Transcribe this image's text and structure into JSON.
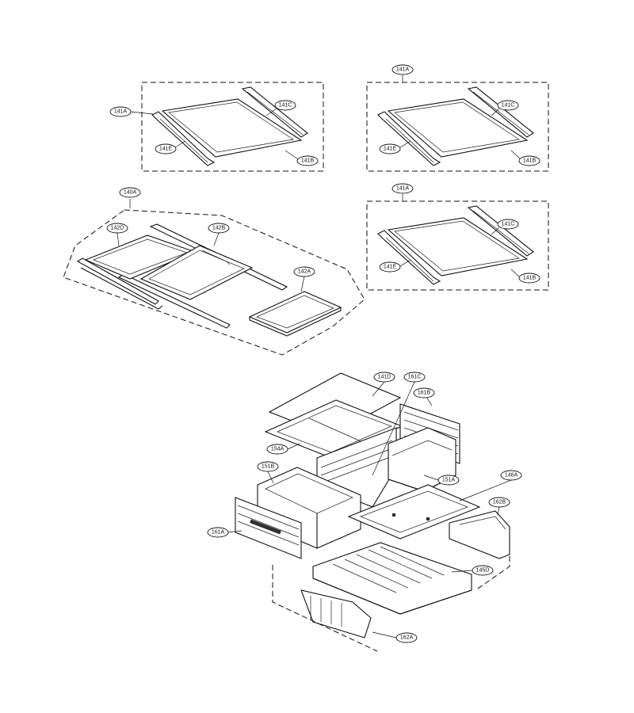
{
  "labels": {
    "tl_141A": "141A",
    "tl_141C": "141C",
    "tl_141E": "141E",
    "tl_141B": "141B",
    "tr_141A": "141A",
    "tr_141C": "141C",
    "tr_141E": "141E",
    "tr_141B": "141B",
    "mr_141A": "141A",
    "mr_141C": "141C",
    "mr_141E": "141E",
    "mr_141B": "141B",
    "l_140A": "140A",
    "l_142D": "142D",
    "l_142B": "142B",
    "l_142A": "142A",
    "b_141D": "141D",
    "b_161C": "161C",
    "b_161B": "161B",
    "b_154A": "154A",
    "b_151B": "151B",
    "b_151A": "151A",
    "b_146A": "146A",
    "b_162B": "162B",
    "b_161A": "161A",
    "b_145D": "145D",
    "b_162A": "162A"
  }
}
